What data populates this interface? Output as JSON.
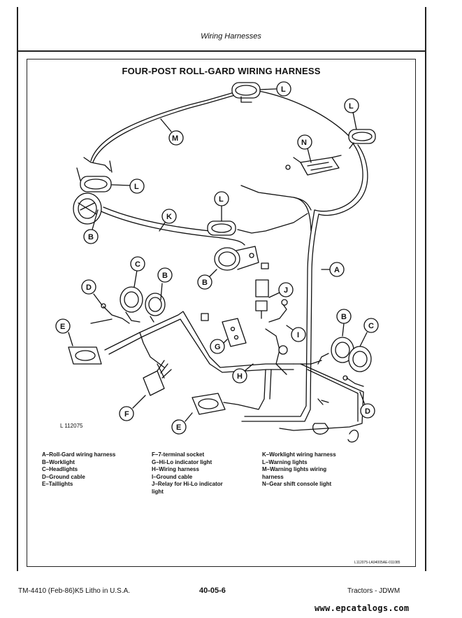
{
  "header": {
    "section_title": "Wiring Harnesses"
  },
  "figure": {
    "title": "FOUR-POST ROLL-GARD WIRING HARNESS",
    "figure_number": "L 112075",
    "ref_code": "L112075-LA94005AE-011085",
    "callouts": [
      "A",
      "B",
      "C",
      "D",
      "E",
      "F",
      "G",
      "H",
      "I",
      "J",
      "K",
      "L",
      "M",
      "N"
    ]
  },
  "legend": {
    "col1": [
      "A–Roll-Gard wiring harness",
      "B–Worklight",
      "C–Headlights",
      "D–Ground cable",
      "E–Taillights"
    ],
    "col2": [
      "F–7-terminal socket",
      "G–Hi-Lo indicator light",
      "H–Wiring harness",
      "I–Ground cable",
      "J–Relay for Hi-Lo indicator",
      "light"
    ],
    "col3": [
      "K–Worklight wiring harness",
      "L–Warning lights",
      "M–Warning lights wiring",
      "harness",
      "N–Gear shift console light"
    ]
  },
  "footer": {
    "left": "TM-4410 (Feb-86)K5 Litho in U.S.A.",
    "page": "40-05-6",
    "right": "Tractors - JDWM",
    "watermark": "www.epcatalogs.com"
  }
}
